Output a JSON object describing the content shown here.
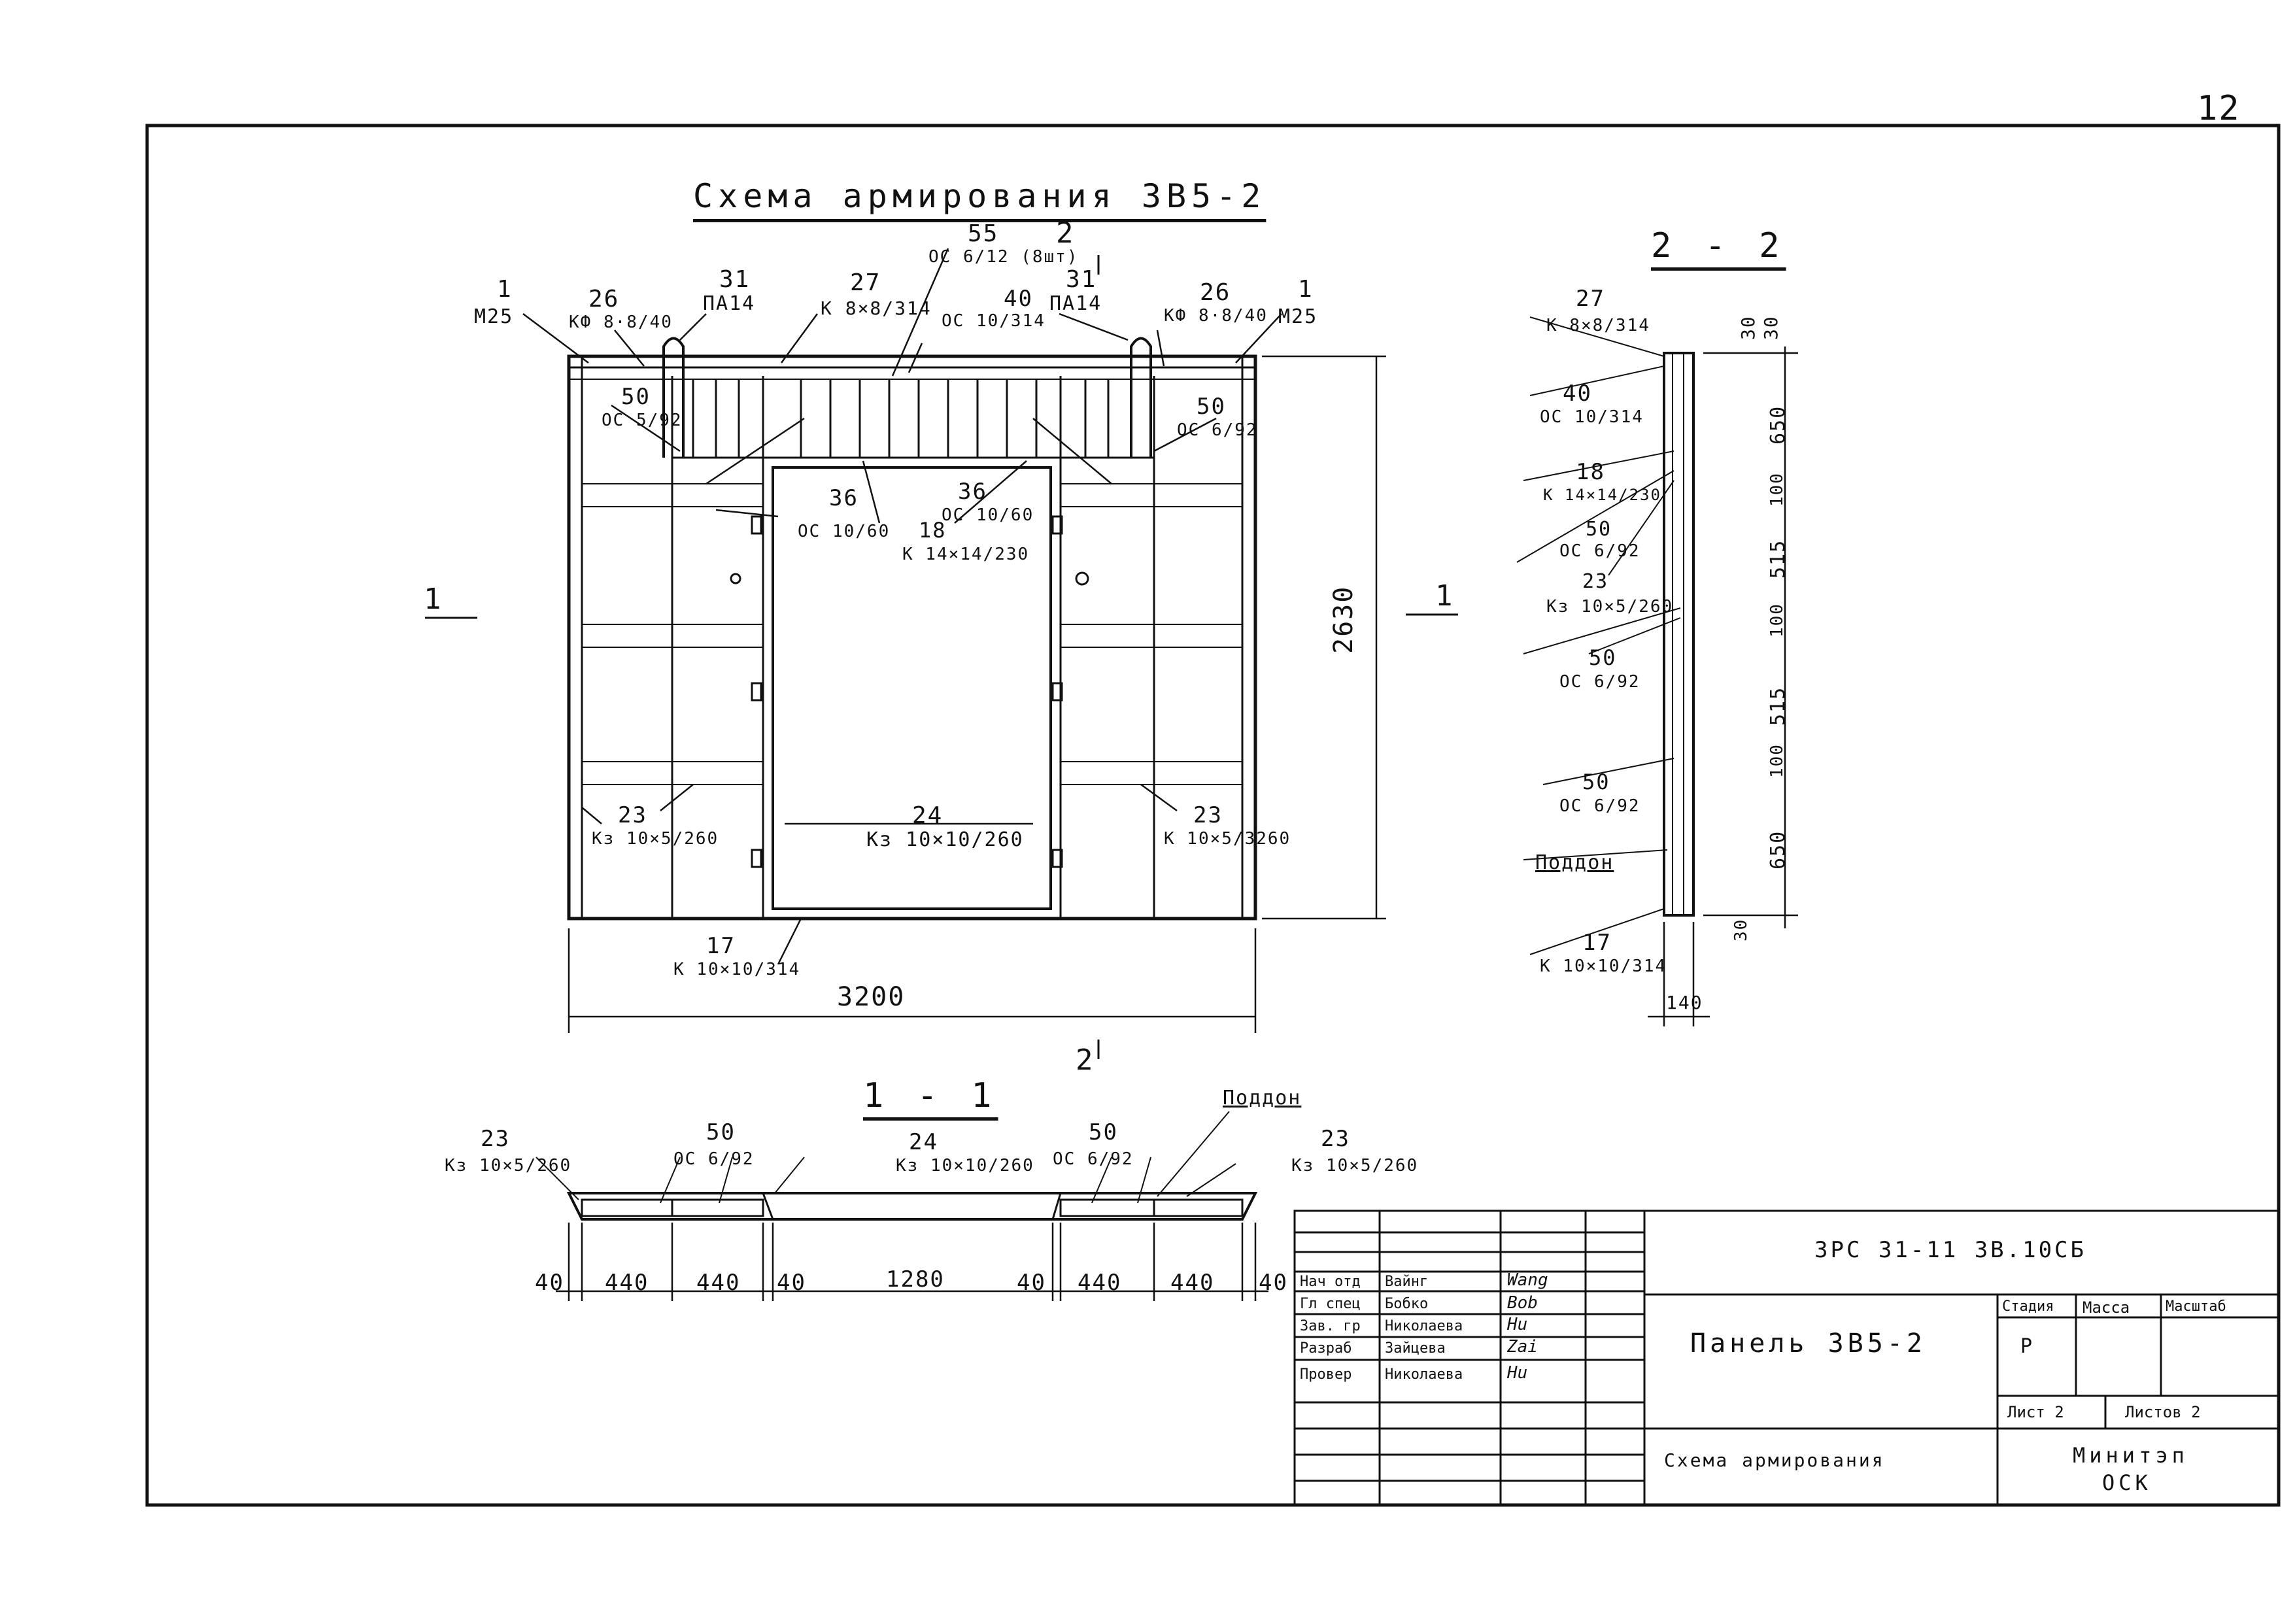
{
  "sheet": {
    "page_number": "12",
    "title": "Схема армирования 3В5-2",
    "section_2_2": "2 - 2",
    "section_1_1": "1 - 1"
  },
  "front_view": {
    "overall_width": "3200",
    "overall_height": "2630",
    "cut_1": "1",
    "cut_2": "2",
    "callouts": [
      {
        "pos": "1",
        "spec": "М25"
      },
      {
        "pos": "26",
        "spec": "КФ 8·8/40"
      },
      {
        "pos": "31",
        "spec": "ПА14"
      },
      {
        "pos": "27",
        "spec": "К 8×8/314"
      },
      {
        "pos": "55",
        "spec": "ОС 6/12 (8шт)"
      },
      {
        "pos": "40",
        "spec": "ОС 10/314"
      },
      {
        "pos": "31",
        "spec": "ПА14"
      },
      {
        "pos": "26",
        "spec": "КФ 8·8/40"
      },
      {
        "pos": "1",
        "spec": "М25"
      },
      {
        "pos": "50",
        "spec": "ОС 5/92"
      },
      {
        "pos": "50",
        "spec": "ОС 6/92"
      },
      {
        "pos": "36",
        "spec": "ОС 10/60"
      },
      {
        "pos": "36",
        "spec": "ОС 10/60"
      },
      {
        "pos": "18",
        "spec": "К 14×14/230"
      },
      {
        "pos": "23",
        "spec": "Кз 10×5/260"
      },
      {
        "pos": "24",
        "spec": "Кз 10×10/260"
      },
      {
        "pos": "23",
        "spec": "К 10×5/3260"
      },
      {
        "pos": "17",
        "spec": "К 10×10/314"
      }
    ]
  },
  "section_2_2": {
    "dims": [
      "30",
      "30",
      "650",
      "100",
      "515",
      "100",
      "515",
      "100",
      "650",
      "30"
    ],
    "thickness": "140",
    "pallet_label": "Поддон",
    "callouts": [
      {
        "pos": "27",
        "spec": "К 8×8/314"
      },
      {
        "pos": "40",
        "spec": "ОС 10/314"
      },
      {
        "pos": "18",
        "spec": "К 14×14/230"
      },
      {
        "pos": "50",
        "spec": "ОС 6/92"
      },
      {
        "pos": "23",
        "spec": "Кз 10×5/260"
      },
      {
        "pos": "50",
        "spec": "ОС 6/92"
      },
      {
        "pos": "50",
        "spec": "ОС 6/92"
      },
      {
        "pos": "17",
        "spec": "К 10×10/314"
      }
    ]
  },
  "section_1_1": {
    "dims": [
      "40",
      "440",
      "440",
      "40",
      "1280",
      "40",
      "440",
      "440",
      "40"
    ],
    "pallet_label": "Поддон",
    "callouts": [
      {
        "pos": "23",
        "spec": "Кз 10×5/260"
      },
      {
        "pos": "50",
        "spec": "ОС 6/92"
      },
      {
        "pos": "24",
        "spec": "Кз 10×10/260"
      },
      {
        "pos": "50",
        "spec": "ОС 6/92"
      },
      {
        "pos": "23",
        "spec": "Кз 10×5/260"
      }
    ]
  },
  "title_block": {
    "document_code": "3РС 31-11 3В.10СБ",
    "drawing_name": "Панель 3В5-2",
    "sheet_name": "Схема армирования",
    "organization": "Минитэп",
    "organization_sub": "ОСК",
    "stage_header": "Стадия",
    "mass_header": "Масса",
    "scale_header": "Масштаб",
    "stage_value": "Р",
    "sheet_label": "Лист 2",
    "sheets_label": "Листов 2",
    "signatories": [
      {
        "role": "Нач отд",
        "name": "Вайнг",
        "sign": "Wang"
      },
      {
        "role": "Гл спец",
        "name": "Бобко",
        "sign": "Bob"
      },
      {
        "role": "Зав. гр",
        "name": "Николаева",
        "sign": "Hu"
      },
      {
        "role": "Разраб",
        "name": "Зайцева",
        "sign": "Zai"
      },
      {
        "role": "Провер",
        "name": "Николаева",
        "sign": "Hu"
      }
    ]
  }
}
